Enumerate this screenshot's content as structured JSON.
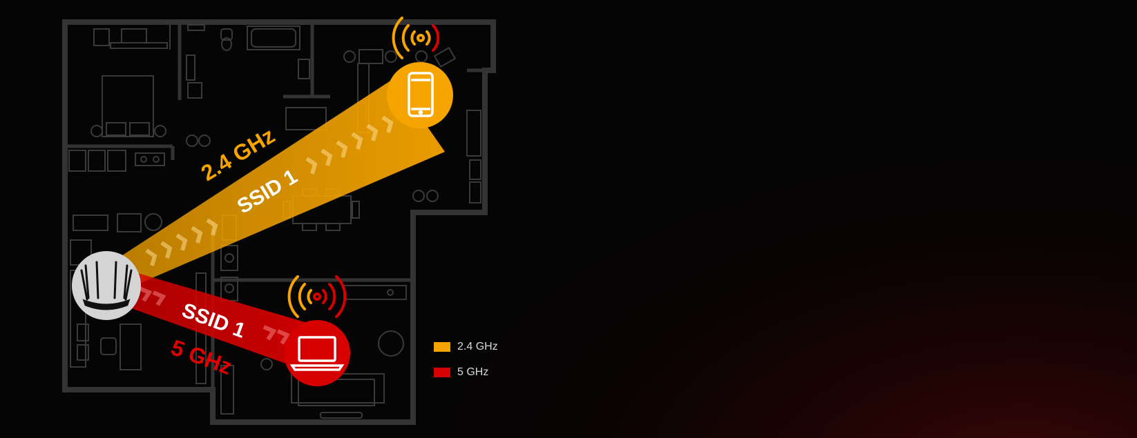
{
  "beams": {
    "band_24": {
      "frequency": "2.4 GHz",
      "ssid": "SSID 1",
      "color": "#F5A400"
    },
    "band_5": {
      "frequency": "5 GHz",
      "ssid": "SSID 1",
      "color": "#D60000"
    }
  },
  "devices": {
    "router": {
      "icon": "router-icon"
    },
    "phone": {
      "icon": "smartphone-icon",
      "signal_icon": "wifi-signal-icon"
    },
    "laptop": {
      "icon": "laptop-icon",
      "signal_icon": "wifi-signal-icon"
    }
  },
  "legend": [
    {
      "label": "2.4 GHz",
      "color": "#F5A400"
    },
    {
      "label": "5 GHz",
      "color": "#D60000"
    }
  ]
}
